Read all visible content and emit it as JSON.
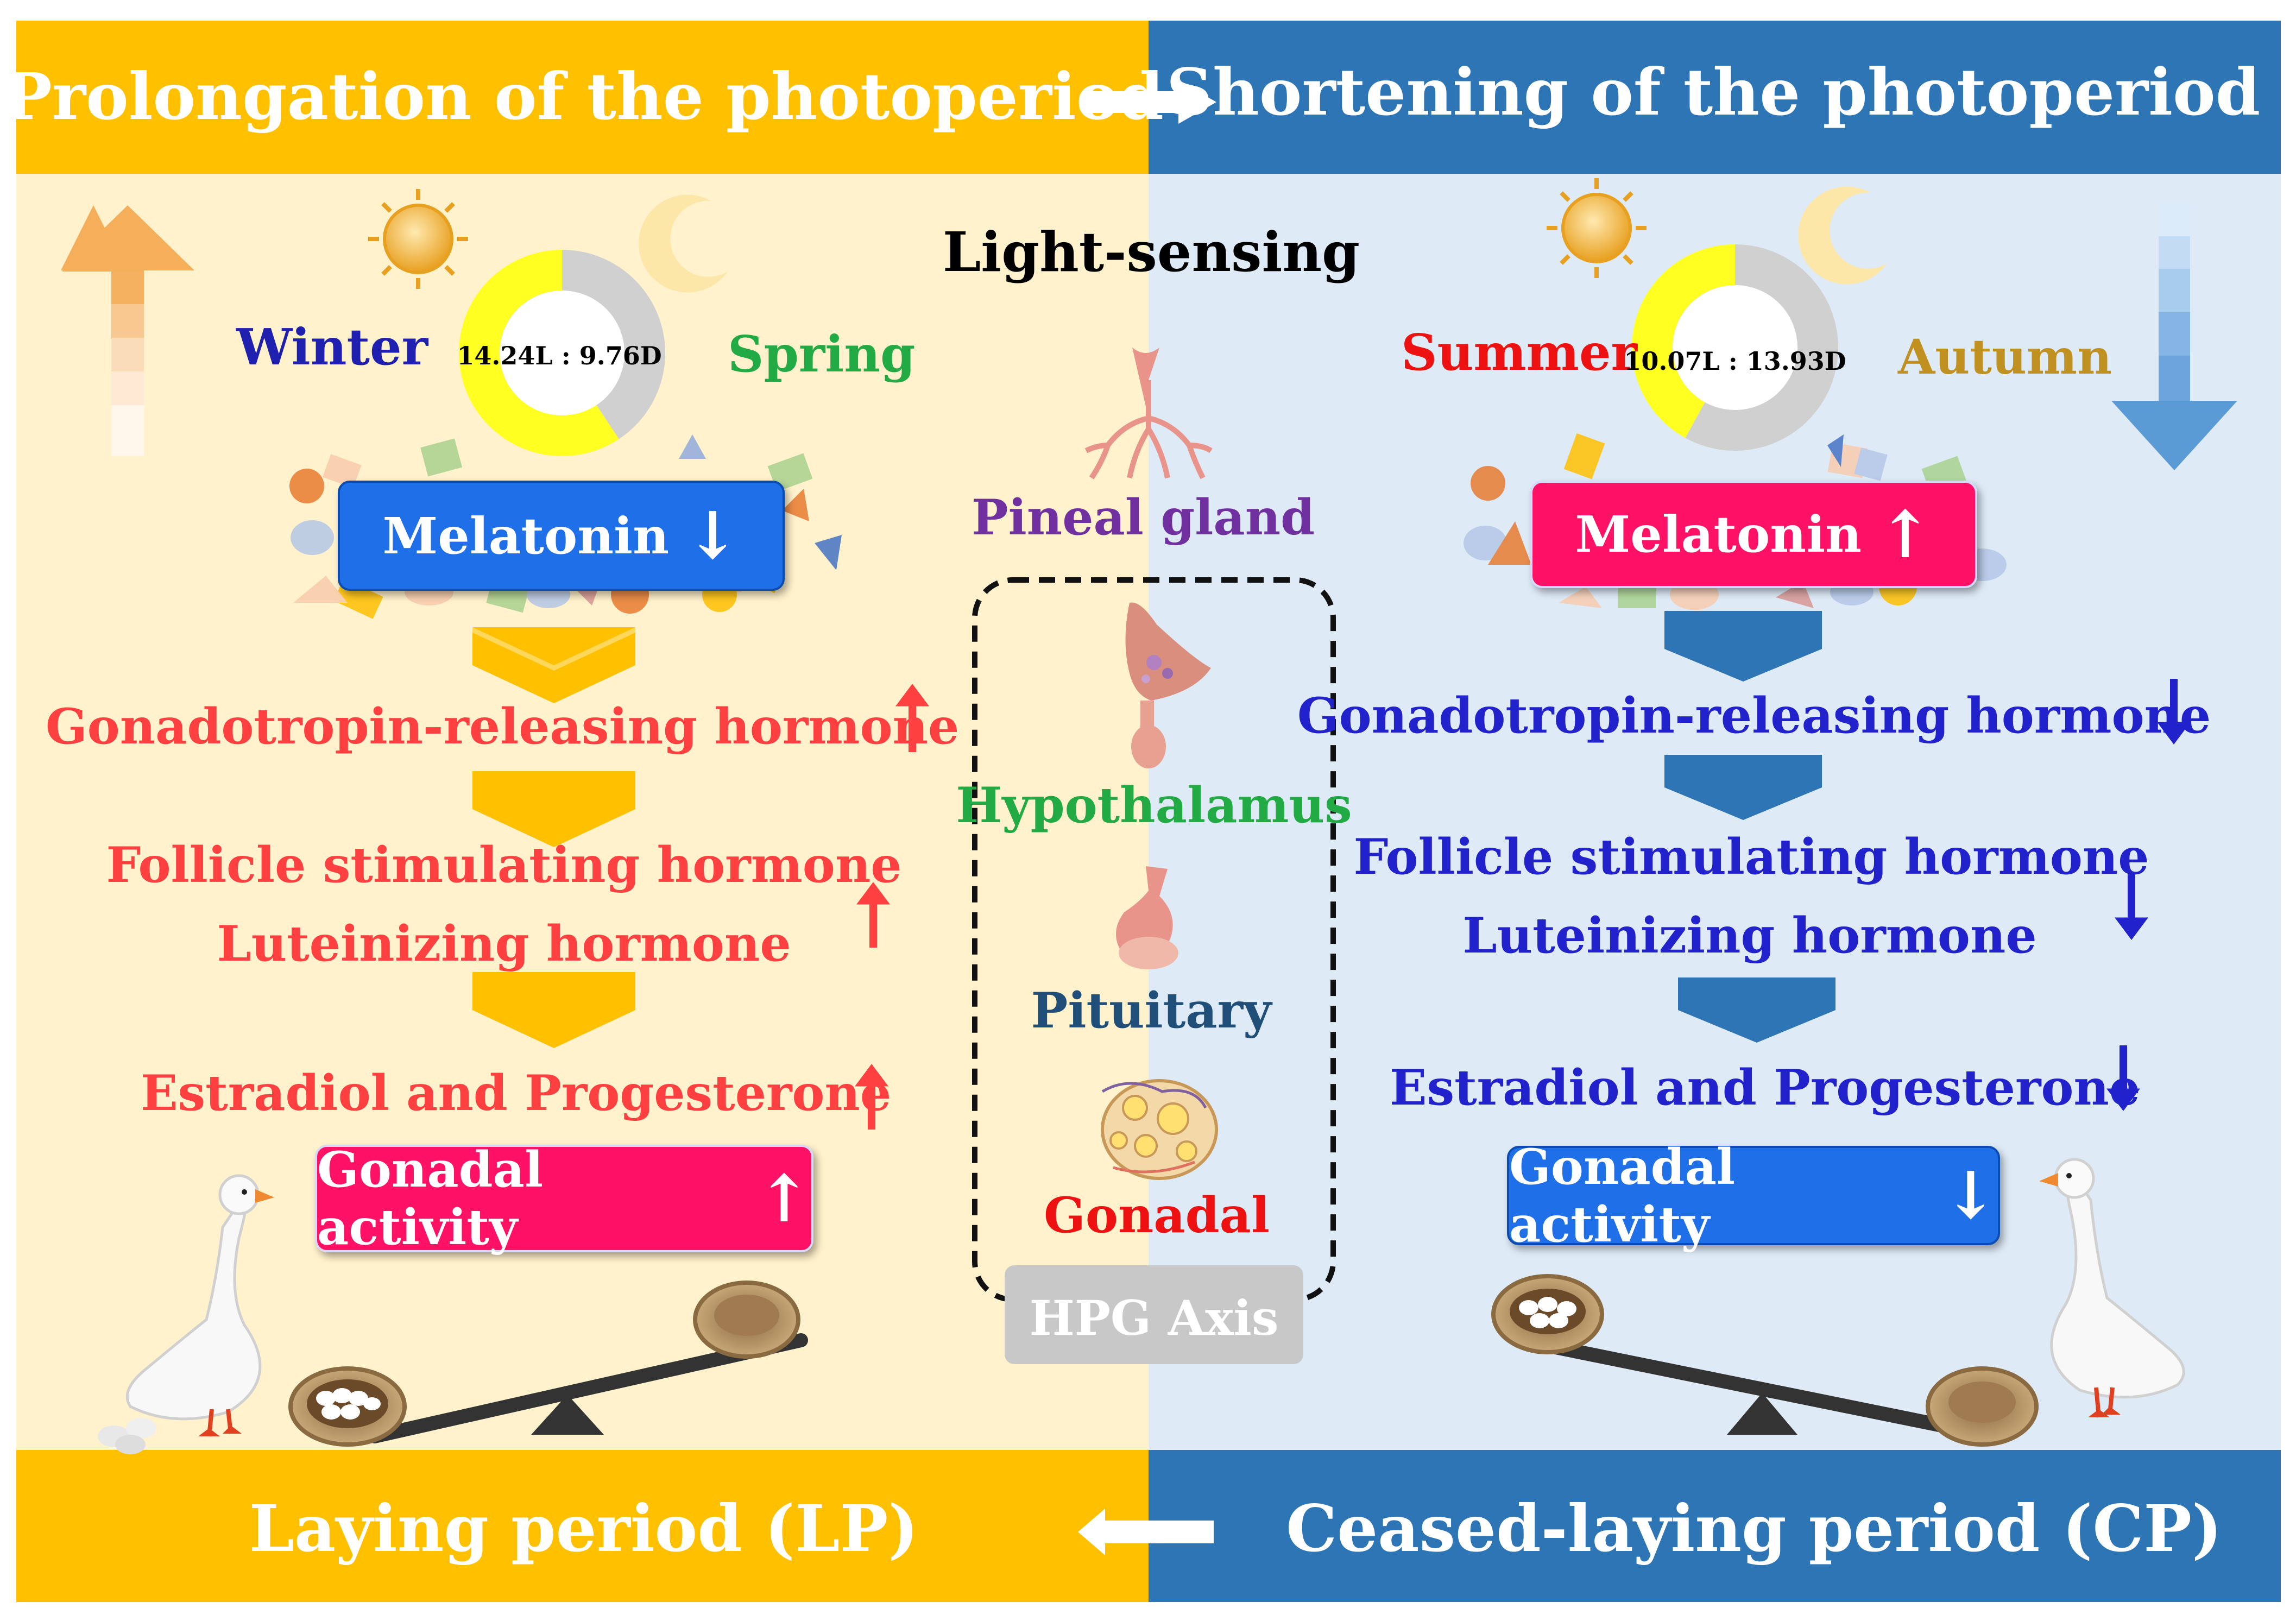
{
  "header": {
    "left": "Prolongation of the photoperiod",
    "right": "Shortening  of the photoperiod"
  },
  "footer": {
    "left": "Laying period (LP)",
    "right": "Ceased-laying period (CP)"
  },
  "center": {
    "light_sensing": "Light-sensing",
    "pineal_gland": "Pineal gland",
    "hypothalamus": "Hypothalamus",
    "pituitary": "Pituitary",
    "gonadal": "Gonadal",
    "hpg_axis": "HPG Axis"
  },
  "left": {
    "season_a": "Winter",
    "season_b": "Spring",
    "ratio": "14.24L : 9.76D",
    "light_fraction": 0.593,
    "melatonin": "Melatonin",
    "melatonin_arrow": "↓",
    "gnrh": "Gonadotropin-releasing hormone",
    "fsh": "Follicle stimulating hormone",
    "lh": "Luteinizing hormone",
    "e2p4": "Estradiol and Progesterone",
    "gonadal_activity": "Gonadal activity",
    "gonadal_arrow": "↑",
    "hormone_arrow": "↑"
  },
  "right": {
    "season_a": "Summer",
    "season_b": "Autumn",
    "ratio": "10.07L : 13.93D",
    "light_fraction": 0.42,
    "melatonin": "Melatonin",
    "melatonin_arrow": "↑",
    "gnrh": "Gonadotropin-releasing hormone",
    "fsh": "Follicle stimulating hormone",
    "lh": "Luteinizing hormone",
    "e2p4": "Estradiol and Progesterone",
    "gonadal_activity": "Gonadal activity",
    "gonadal_arrow": "↓",
    "hormone_arrow": "↓"
  },
  "colors": {
    "orange_band": "#FFC000",
    "blue_band": "#2E75B6",
    "left_bg": "#FFF2CC",
    "right_bg": "#DEEBF7",
    "red_text": "#FF4040",
    "blue_text": "#2222CC",
    "winter": "#2020B0",
    "spring": "#22AA44",
    "summer": "#EE1111",
    "autumn": "#C09020",
    "pineal": "#7030A0",
    "hypothalamus": "#22AA44",
    "pituitary": "#1F4E79",
    "gonadal": "#EE1111",
    "melatonin_left": "#1E6FE8",
    "melatonin_right": "#FF1166",
    "gonadal_left": "#FF1166",
    "gonadal_right": "#1E6FE8"
  }
}
